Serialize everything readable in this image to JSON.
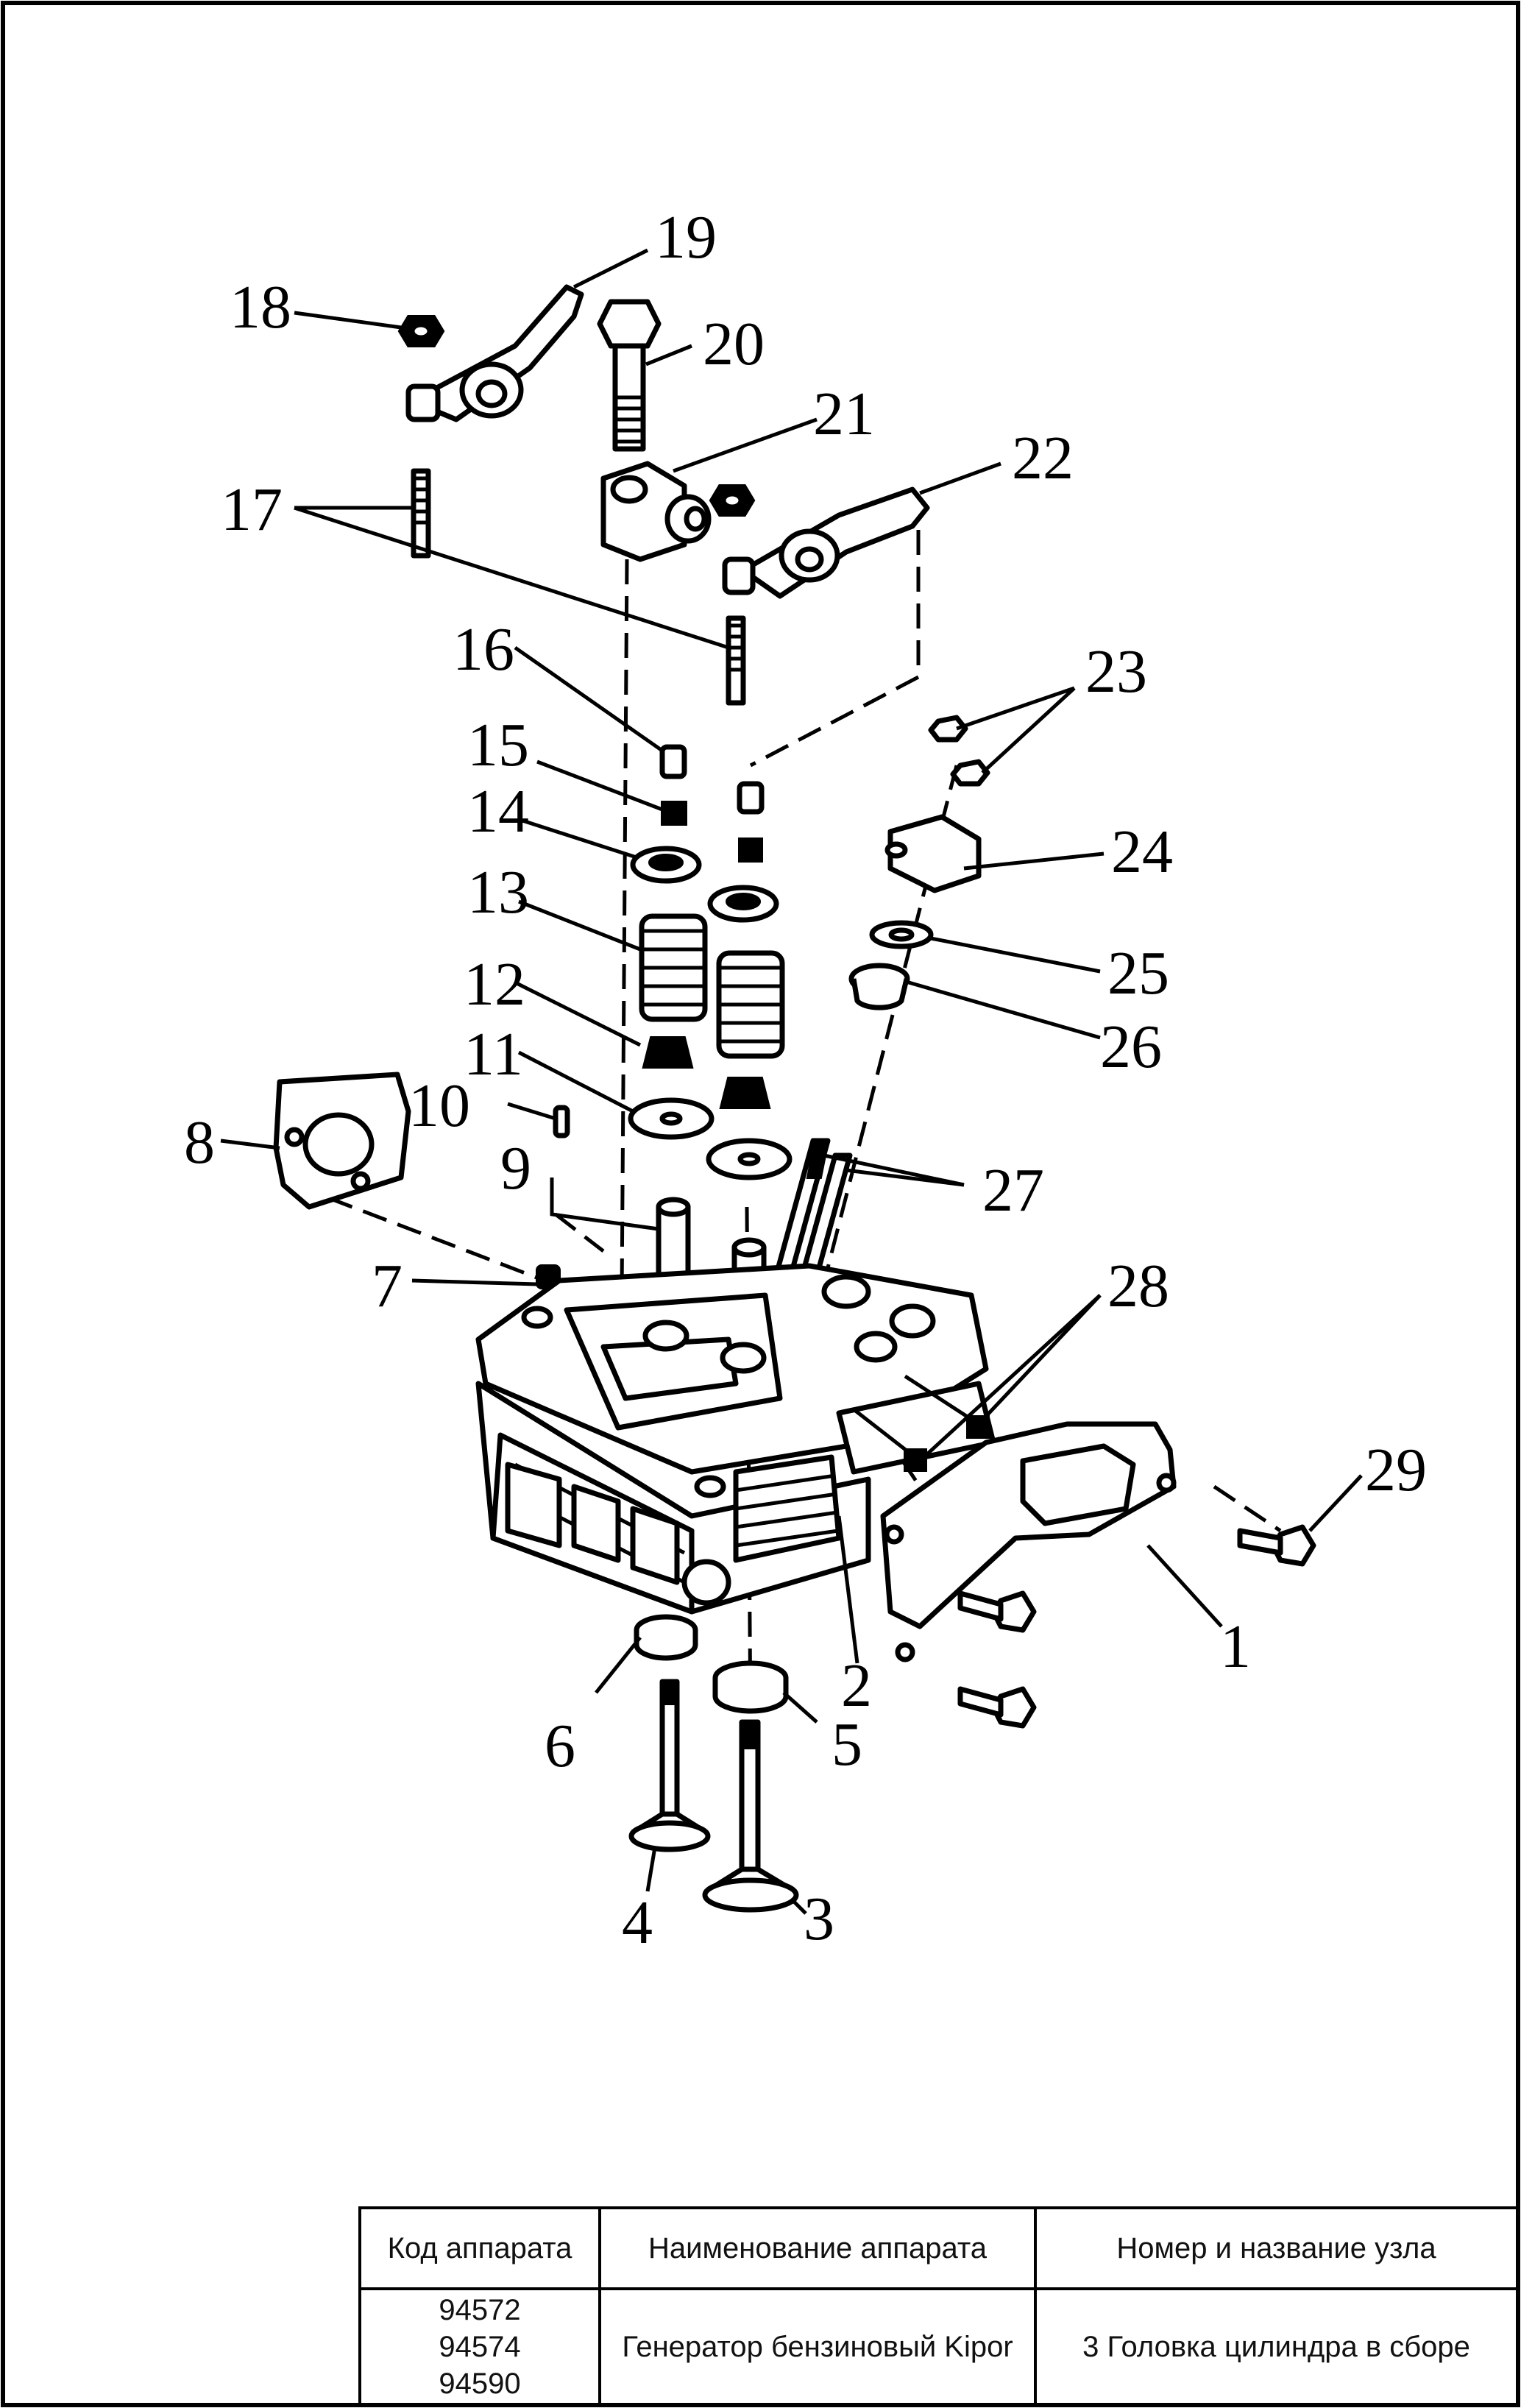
{
  "callouts": [
    {
      "id": "1",
      "text": "1"
    },
    {
      "id": "2",
      "text": "2"
    },
    {
      "id": "3",
      "text": "3"
    },
    {
      "id": "4",
      "text": "4"
    },
    {
      "id": "5",
      "text": "5"
    },
    {
      "id": "6",
      "text": "6"
    },
    {
      "id": "7",
      "text": "7"
    },
    {
      "id": "8",
      "text": "8"
    },
    {
      "id": "9",
      "text": "9"
    },
    {
      "id": "10",
      "text": "10"
    },
    {
      "id": "11",
      "text": "11"
    },
    {
      "id": "12",
      "text": "12"
    },
    {
      "id": "13",
      "text": "13"
    },
    {
      "id": "14",
      "text": "14"
    },
    {
      "id": "15",
      "text": "15"
    },
    {
      "id": "16",
      "text": "16"
    },
    {
      "id": "17",
      "text": "17"
    },
    {
      "id": "18",
      "text": "18"
    },
    {
      "id": "19",
      "text": "19"
    },
    {
      "id": "20",
      "text": "20"
    },
    {
      "id": "21",
      "text": "21"
    },
    {
      "id": "22",
      "text": "22"
    },
    {
      "id": "23",
      "text": "23"
    },
    {
      "id": "24",
      "text": "24"
    },
    {
      "id": "25",
      "text": "25"
    },
    {
      "id": "26",
      "text": "26"
    },
    {
      "id": "27",
      "text": "27"
    },
    {
      "id": "28",
      "text": "28"
    },
    {
      "id": "29",
      "text": "29"
    }
  ],
  "title_block": {
    "headers": {
      "code": "Код аппарата",
      "name": "Наименование аппарата",
      "unit": "Номер и название узла"
    },
    "codes": [
      "94572",
      "94574",
      "94590"
    ],
    "name": "Генератор бензиновый Kipor",
    "unit": "3 Головка цилиндра в сборе"
  }
}
